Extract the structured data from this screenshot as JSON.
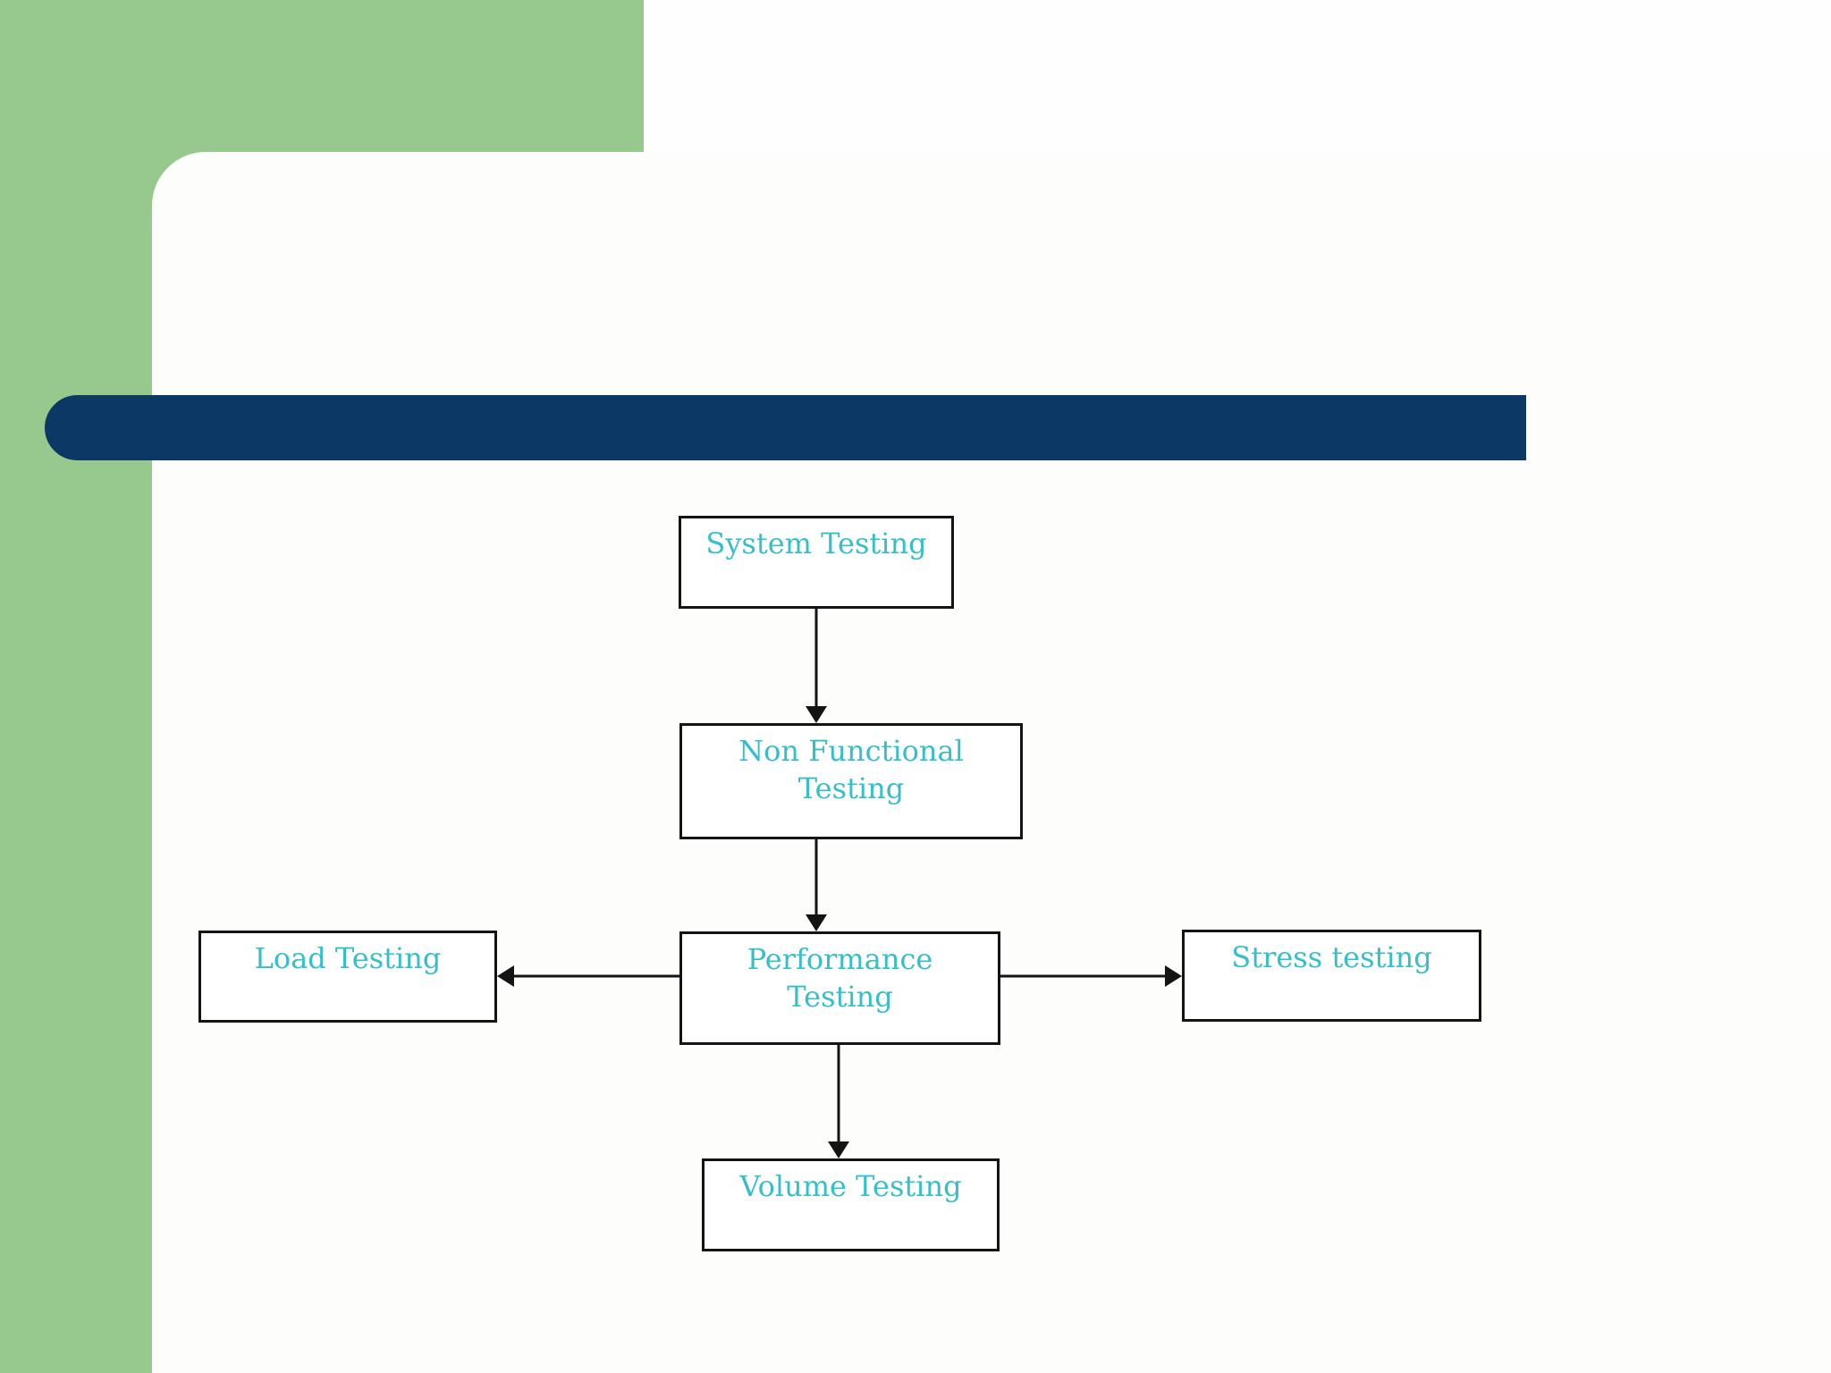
{
  "slide": {
    "colors": {
      "sidebar_green": "#97C98F",
      "title_bar_navy": "#0C3866",
      "node_text_teal": "#35BFC9",
      "background": "#FEFEFE",
      "line_black": "#141414"
    }
  },
  "diagram": {
    "nodes": {
      "system": {
        "label": "System Testing"
      },
      "non_functional": {
        "label": "Non Functional Testing"
      },
      "performance": {
        "label": "Performance Testing"
      },
      "load": {
        "label": "Load Testing"
      },
      "stress": {
        "label": "Stress testing"
      },
      "volume": {
        "label": "Volume Testing"
      }
    },
    "edges": [
      {
        "from": "System Testing",
        "to": "Non Functional Testing"
      },
      {
        "from": "Non Functional Testing",
        "to": "Performance Testing"
      },
      {
        "from": "Performance Testing",
        "to": "Load Testing"
      },
      {
        "from": "Performance Testing",
        "to": "Stress testing"
      },
      {
        "from": "Performance Testing",
        "to": "Volume Testing"
      }
    ]
  }
}
